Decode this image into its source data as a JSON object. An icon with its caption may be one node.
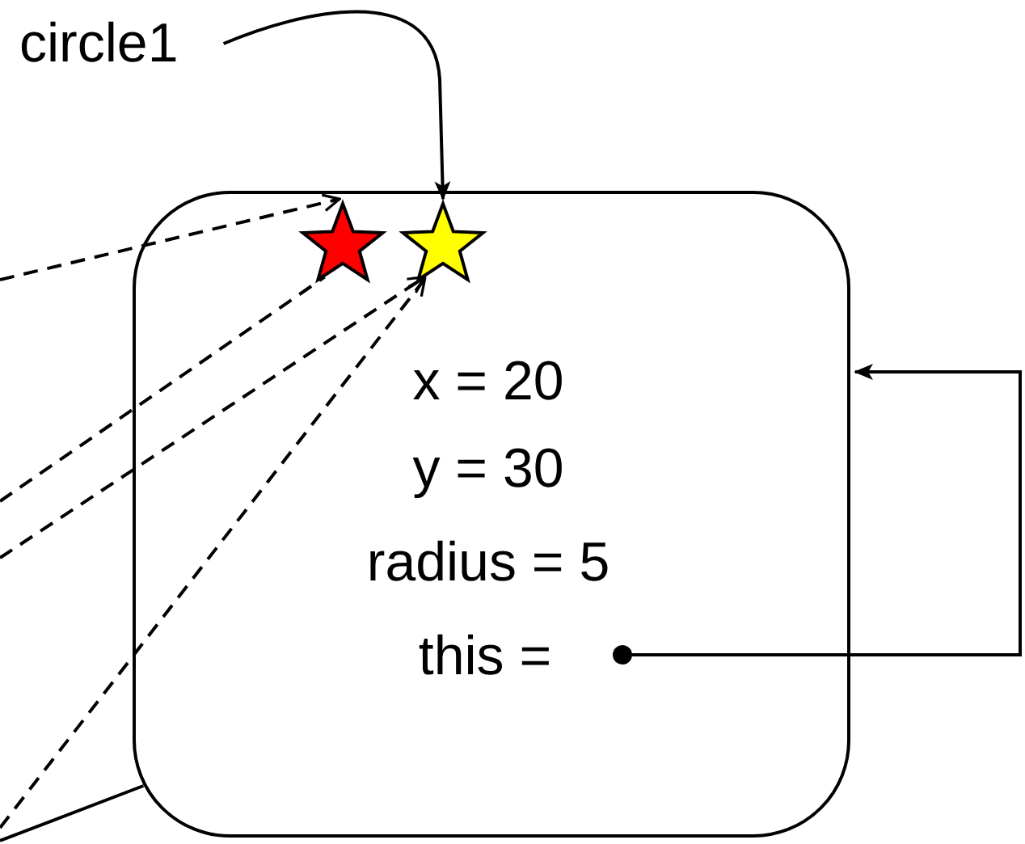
{
  "diagram": {
    "nodes": [
      {
        "text": [
          "circle1"
        ]
      },
      {
        "text": [
          "x = 20",
          "y = 30",
          "radius = 5",
          "this ="
        ]
      },
      {
        "text": [],
        "shape": "star",
        "in": 1
      },
      {
        "text": [],
        "shape": "star",
        "in": 1
      },
      {
        "text": [],
        "shape": "circle",
        "in": 1
      }
    ],
    "edges": [
      {
        "from": null,
        "to": 2,
        "arrow": "to",
        "style": "dashed"
      },
      {
        "from": null,
        "to": 2,
        "arrow": "none",
        "style": "dashed"
      },
      {
        "from": null,
        "to": 3,
        "arrow": "to",
        "style": "dashed"
      },
      {
        "from": null,
        "to": 3,
        "arrow": "to",
        "style": "dashed"
      },
      {
        "from": 0,
        "to": 3,
        "arrow": "to"
      },
      {
        "from": null,
        "to": 1,
        "arrow": "none"
      },
      {
        "from": 4,
        "to": 1,
        "arrow": "to"
      }
    ]
  }
}
